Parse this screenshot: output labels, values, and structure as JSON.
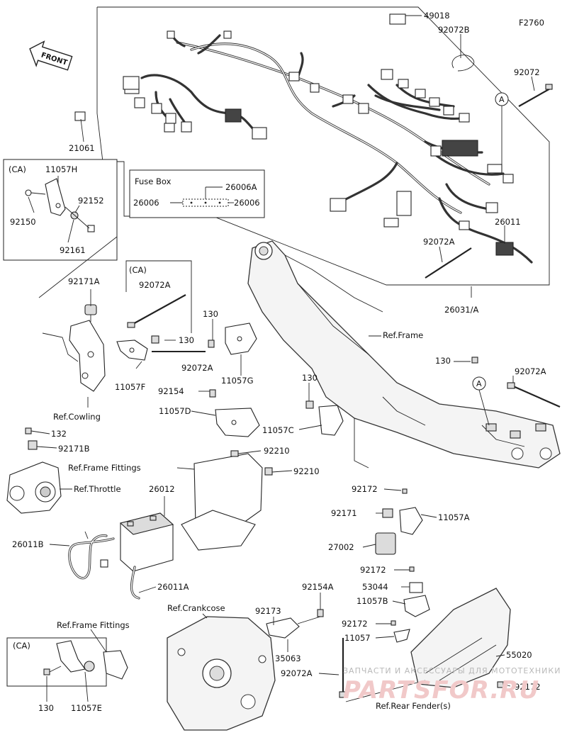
{
  "diagram_code": "F2760",
  "front_label": "FRONT",
  "ca_label": "(CA)",
  "fuse_box": {
    "title": "Fuse Box",
    "label_top": "26006A",
    "label_left": "26006",
    "label_right": "26006"
  },
  "callout_marker": "A",
  "labels": {
    "p49018": "49018",
    "p92072B": "92072B",
    "p92072": "92072",
    "p21061": "21061",
    "p11057H": "11057H",
    "p92150": "92150",
    "p92152": "92152",
    "p92161": "92161",
    "p26011": "26011",
    "p92072A_top": "92072A",
    "p26031A": "26031/A",
    "p92171A": "92171A",
    "p92072A_ca": "92072A",
    "p130_a": "130",
    "p130_b": "130",
    "p92072A_mid": "92072A",
    "p11057F": "11057F",
    "p11057G": "11057G",
    "ref_frame": "Ref.Frame",
    "p130_c": "130",
    "p130_d": "130",
    "p92072A_right": "92072A",
    "ref_cowling": "Ref.Cowling",
    "p92154": "92154",
    "p11057D": "11057D",
    "p11057C": "11057C",
    "p132": "132",
    "p92171B": "92171B",
    "p92210_a": "92210",
    "ref_frame_fittings_a": "Ref.Frame Fittings",
    "p92210_b": "92210",
    "ref_throttle": "Ref.Throttle",
    "p26012": "26012",
    "p92172_a": "92172",
    "p92171": "92171",
    "p11057A": "11057A",
    "p26011B": "26011B",
    "p27002": "27002",
    "p92172_b": "92172",
    "p53044": "53044",
    "p26011A": "26011A",
    "p92154A": "92154A",
    "ref_crankcase": "Ref.Crankcose",
    "p92173": "92173",
    "p11057B": "11057B",
    "ref_frame_fittings_b": "Ref.Frame Fittings",
    "p92172_c": "92172",
    "p11057": "11057",
    "p35063": "35063",
    "p55020": "55020",
    "p92072A_bottom": "92072A",
    "p130_e": "130",
    "p11057E": "11057E",
    "ref_rear_fender": "Ref.Rear Fender(s)",
    "p92172_d": "92172"
  },
  "watermark": {
    "line1": "ЗАПЧАСТИ И АКСЕССУАРЫ ДЛЯ МОТОТЕХНИКИ",
    "line2": "PARTSFOR.RU"
  }
}
